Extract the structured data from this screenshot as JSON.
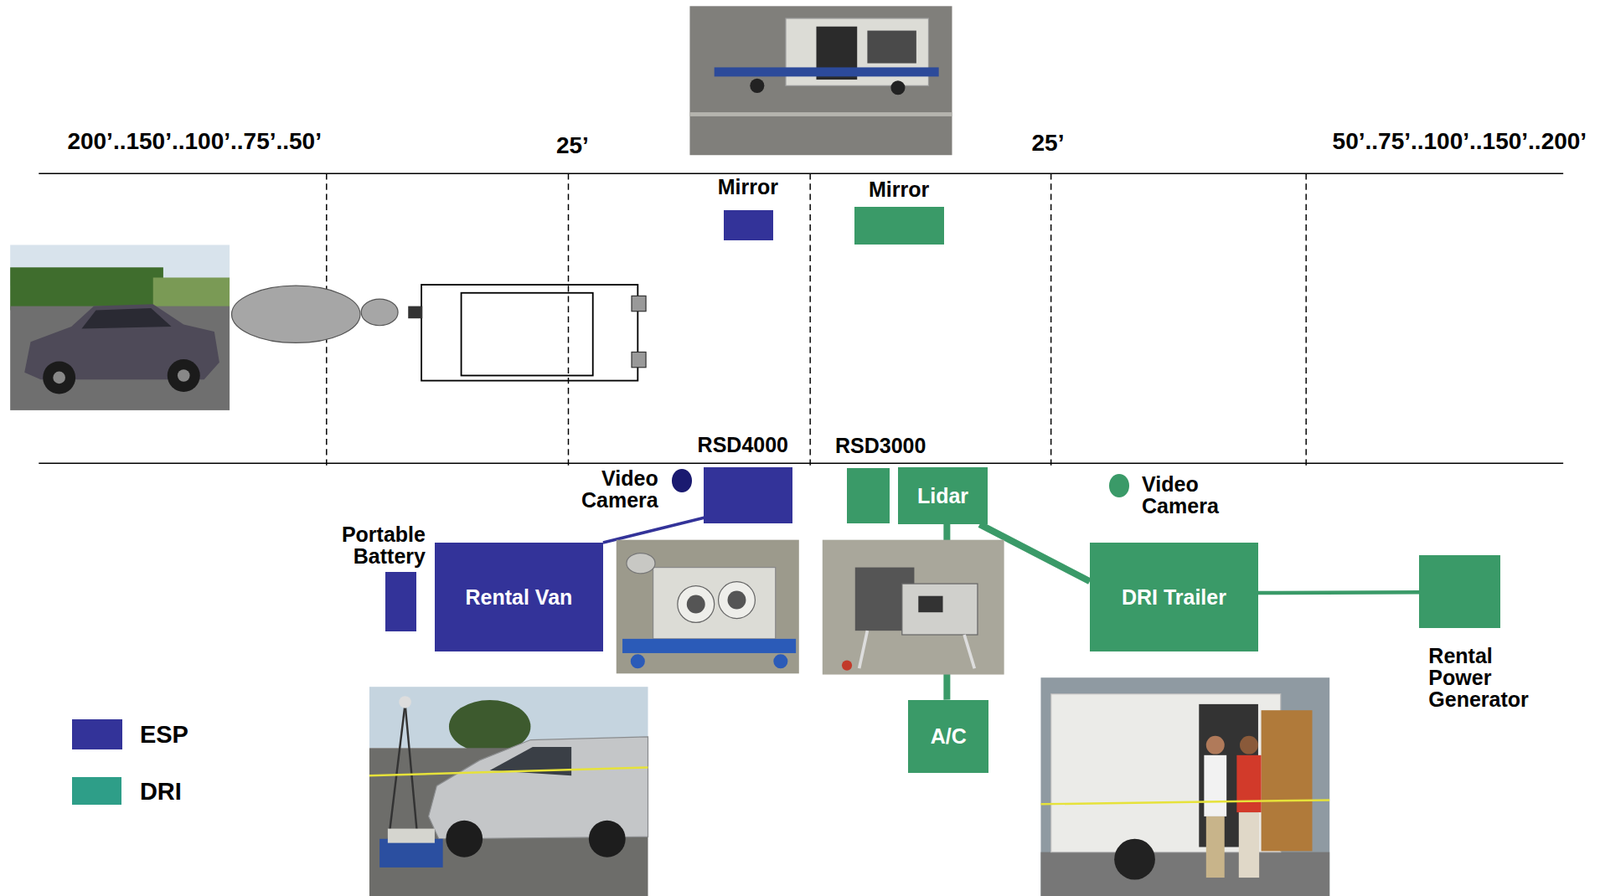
{
  "diagram": {
    "nodes": [
      {
        "text": [
          "Mirror"
        ]
      },
      {
        "text": [
          "Mirror"
        ]
      },
      {
        "text": [
          "RSD4000"
        ]
      },
      {
        "text": [
          "RSD3000"
        ]
      },
      {
        "text": [
          "Video Camera"
        ]
      },
      {
        "text": [
          "Lidar"
        ]
      },
      {
        "text": [
          "Video Camera"
        ]
      },
      {
        "text": [
          "Portable Battery"
        ]
      },
      {
        "text": [
          "Rental Van"
        ]
      },
      {
        "text": [
          "DRI Trailer"
        ]
      },
      {
        "text": [
          "Rental Power Generator"
        ]
      },
      {
        "text": [
          "A/C"
        ]
      }
    ],
    "edges": [
      {
        "from": 8,
        "to": 2,
        "arrow": "none"
      },
      {
        "from": 5,
        "to": 11,
        "arrow": "none"
      },
      {
        "from": 5,
        "to": 9,
        "arrow": "none"
      },
      {
        "from": 9,
        "to": 10,
        "arrow": "none"
      }
    ],
    "labels": [
      "200’..150’..100’..75’..50’",
      "25’",
      "25’",
      "50’..75’..100’..150’..200’"
    ],
    "legend": [
      {
        "text": "ESP",
        "color": "#333399"
      },
      {
        "text": "DRI",
        "color": "#2e9e88"
      }
    ]
  }
}
